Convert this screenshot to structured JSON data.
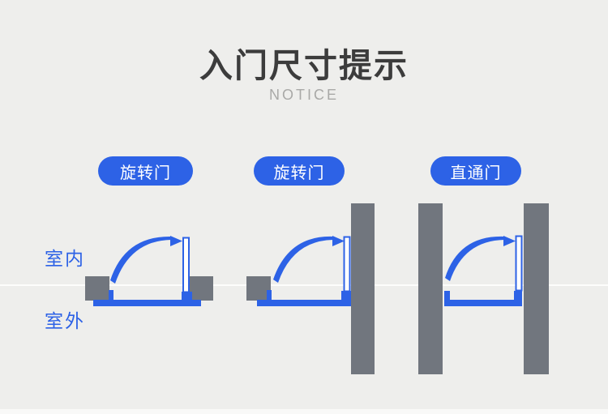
{
  "header": {
    "title": "入门尺寸提示",
    "subtitle": "NOTICE"
  },
  "side_labels": {
    "indoor": "室内",
    "outdoor": "室外"
  },
  "diagrams": [
    {
      "label": "旋转门"
    },
    {
      "label": "旋转门"
    },
    {
      "label": "直通门"
    }
  ],
  "colors": {
    "background": "#eeeeec",
    "accent": "#2d62e6",
    "wall_gray": "#71767e",
    "title_text": "#3c3c3c",
    "subtitle_text": "#a9a9a7",
    "pill_text": "#ffffff",
    "door_leaf_fill": "#ffffff"
  }
}
